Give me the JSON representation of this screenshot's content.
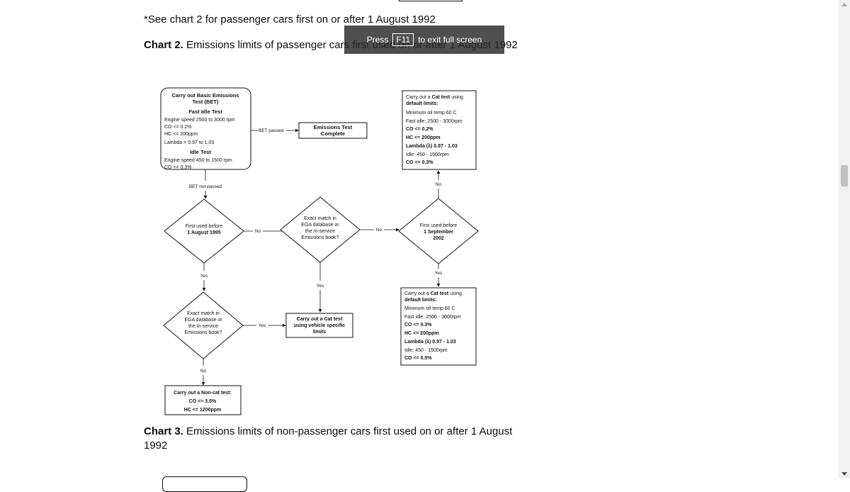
{
  "page": {
    "note": "*See chart 2 for passenger cars first on or after 1 August 1992",
    "chart2": {
      "label": "Chart 2.",
      "title": "Emissions limits of passenger cars first used on or after 1 August 1992"
    },
    "chart3": {
      "label": "Chart 3.",
      "title": "Emissions limits of non-passenger cars first used on or after 1 August 1992"
    }
  },
  "fullscreen_toast": {
    "prefix": "Press",
    "key": "F11",
    "suffix": "to exit full screen"
  },
  "flowchart": {
    "bet": {
      "title": [
        "Carry out Basic Emissions",
        "Test (BET)"
      ],
      "fast_idle_heading": "Fast Idle Test",
      "fast_idle": [
        "Engine speed 2500 to 3000 rpm",
        "CO <= 0.2%",
        "HC <= 200ppm",
        "Lambda = 0.97 to 1.03"
      ],
      "idle_heading": "Idle Test",
      "idle": [
        "Engine speed 450 to 1500 rpm",
        "CO <= 0.3%"
      ]
    },
    "bet_passed": "BET passed",
    "emissions_complete": [
      "Emissions Test",
      "Complete"
    ],
    "bet_not_passed": "BET not passed",
    "d1": [
      "First used before",
      "1 August 1995"
    ],
    "d2": [
      "Exact match in",
      "EGA database or",
      "the In-service",
      "Emissions book?"
    ],
    "d3": [
      "First used before",
      "1 September",
      "2002"
    ],
    "d4": [
      "Exact match in",
      "EGA database or",
      "the In-service",
      "Emissions book?"
    ],
    "cat_default_1": {
      "title_pre": "Carry out a ",
      "title_b": "Cat test",
      "title_post": " using",
      "title2": "default limits:",
      "lines": [
        "Minimum oil temp 60 C",
        "Fast idle: 2500 - 3000rpm",
        "CO <= 0.2%",
        "HC <= 200ppm",
        "Lambda (λ) 0.97 - 1.03",
        "Idle: 450 - 1500rpm",
        "CO <= 0.3%"
      ]
    },
    "cat_default_2": {
      "title_pre": "Carry out a ",
      "title_b": "Cat test",
      "title_post": " using",
      "title2": "default limits:",
      "lines": [
        "Minimum oil temp 60 C",
        "Fast idle: 2500 - 3000rpm",
        "CO <= 0.3%",
        "HC <= 200ppm",
        "Lambda (λ) 0.97 - 1.03",
        "Idle: 450 - 1500rpm",
        "CO <= 0.5%"
      ]
    },
    "cat_vehicle": [
      "Carry out a Cat test",
      "using vehicle specific",
      "limits"
    ],
    "noncat": [
      "Carry out a Non-cat test:",
      "CO <= 3.5%",
      "HC <= 1200ppm"
    ],
    "labels": {
      "no": "No",
      "yes": "Yes"
    }
  }
}
